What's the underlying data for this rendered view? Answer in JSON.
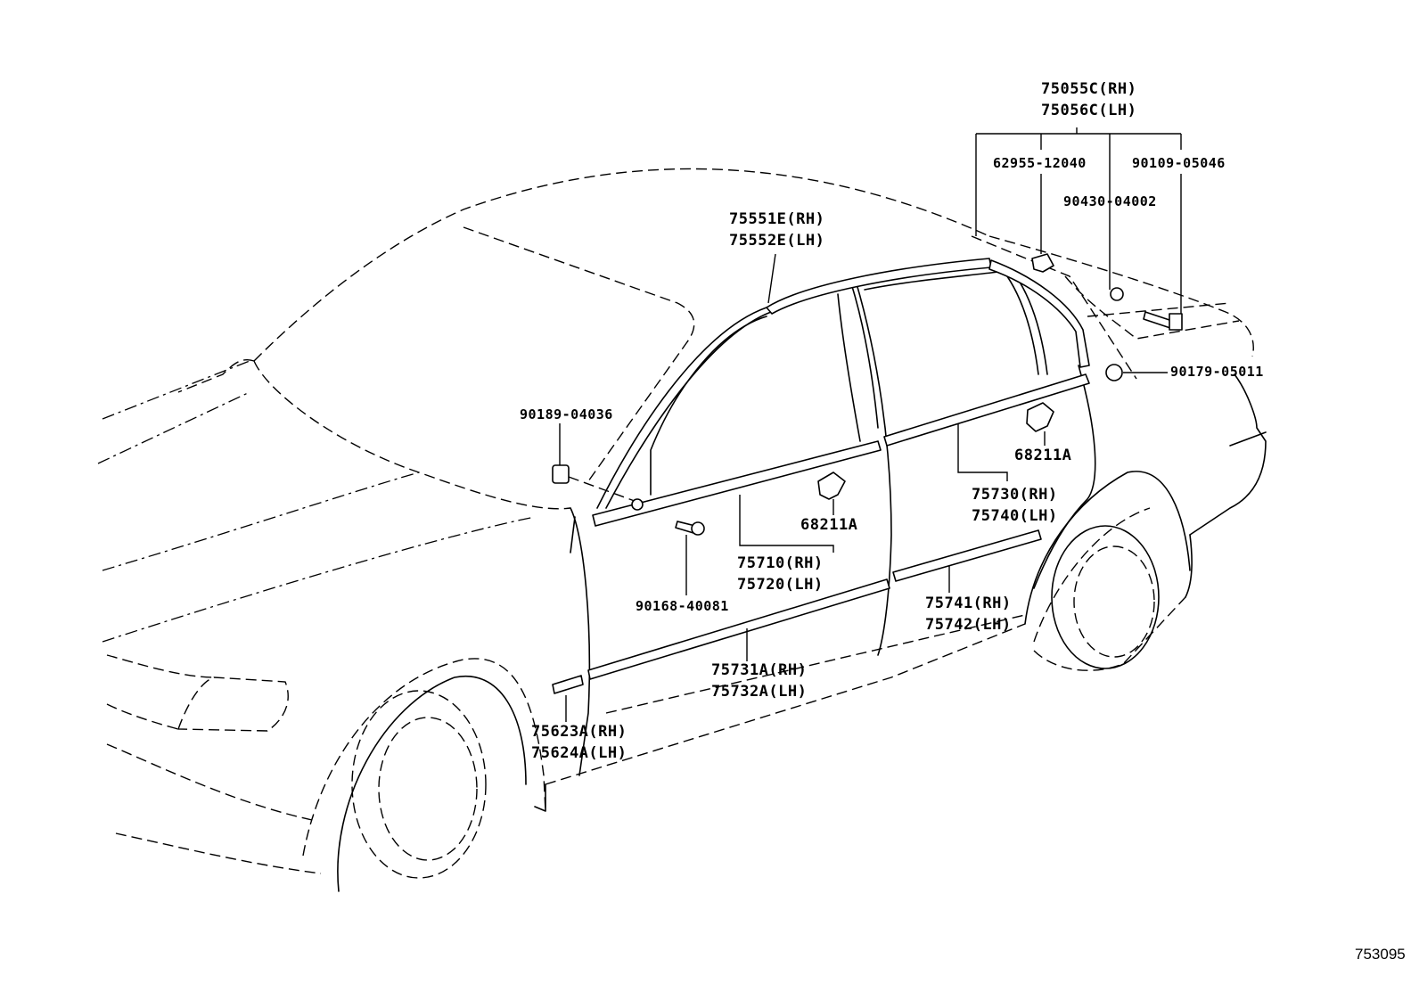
{
  "diagram": {
    "labels": {
      "visor_rh": "75055C(RH)",
      "visor_lh": "75056C(LH)",
      "p62955": "62955-12040",
      "p90109": "90109-05046",
      "p90430": "90430-04002",
      "p90179": "90179-05011",
      "roof_rh": "75551E(RH)",
      "roof_lh": "75552E(LH)",
      "p90189": "90189-04036",
      "clip_front": "68211A",
      "clip_rear": "68211A",
      "belt_rear_rh": "75730(RH)",
      "belt_rear_lh": "75740(LH)",
      "belt_front_rh": "75710(RH)",
      "belt_front_lh": "75720(LH)",
      "p90168": "90168-40081",
      "side_rear_rh": "75741(RH)",
      "side_rear_lh": "75742(LH)",
      "side_front_rh": "75731A(RH)",
      "side_front_lh": "75732A(LH)",
      "fender_rh": "75623A(RH)",
      "fender_lh": "75624A(LH)"
    },
    "figure_number": "753095"
  }
}
